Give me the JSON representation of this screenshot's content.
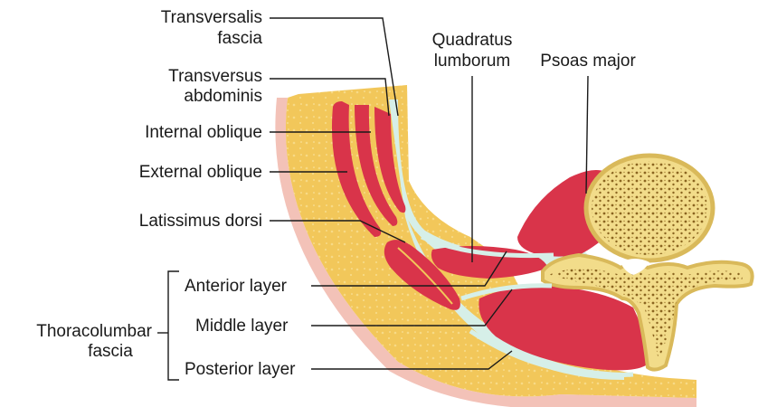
{
  "diagram": {
    "labels": {
      "transversalis_fascia": [
        "Transversalis",
        "fascia"
      ],
      "transversus_abdominis": [
        "Transversus",
        "abdominis"
      ],
      "internal_oblique": "Internal oblique",
      "external_oblique": "External oblique",
      "latissimus_dorsi": "Latissimus dorsi",
      "quadratus_lumborum": [
        "Quadratus",
        "lumborum"
      ],
      "psoas_major": "Psoas major",
      "anterior_layer": "Anterior layer",
      "middle_layer": "Middle layer",
      "posterior_layer": "Posterior layer",
      "thoracolumbar_fascia": [
        "Thoracolumbar",
        "fascia"
      ]
    },
    "colors": {
      "muscle": "#d9344a",
      "muscle_dark": "#b8243a",
      "fat": "#f2c75a",
      "fat_light": "#f7da86",
      "skin": "#f3c2b8",
      "fascia": "#d6efe8",
      "bone": "#f2dc8a",
      "bone_dots": "#8a6420",
      "leader": "#1a1a1a"
    }
  }
}
